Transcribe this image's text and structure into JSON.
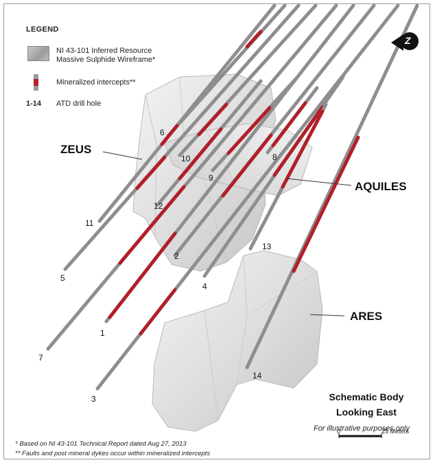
{
  "legend": {
    "title": "LEGEND",
    "resource_line1": "NI 43-101 Inferred Resource",
    "resource_line2": "Massive Sulphide Wireframe*",
    "intercepts": "Mineralized intercepts**",
    "range": "1-14",
    "range_text": "ATD drill hole"
  },
  "bodies": {
    "zeus": "ZEUS",
    "aquiles": "AQUILES",
    "ares": "ARES"
  },
  "holes": {
    "h1": "1",
    "h2": "2",
    "h3": "3",
    "h4": "4",
    "h5": "5",
    "h6": "6",
    "h7": "7",
    "h8": "8",
    "h9": "9",
    "h10": "10",
    "h11": "11",
    "h12": "12",
    "h13": "13",
    "h14": "14"
  },
  "title": {
    "line1": "Schematic Body",
    "line2": "Looking East",
    "note": "For illustrative purposes only"
  },
  "scale": {
    "zero": "0",
    "max": "25 Meters"
  },
  "footnotes": {
    "f1": "* Based on NI 43-101 Technical Report dated Aug 27, 2013",
    "f2": "** Faults and post mineral dykes occur within mineralized intercepts"
  },
  "north_symbol": "Z",
  "colors": {
    "drill": "#8e8e8e",
    "intercept": "#b21f29",
    "body": "#e2e2e2"
  }
}
